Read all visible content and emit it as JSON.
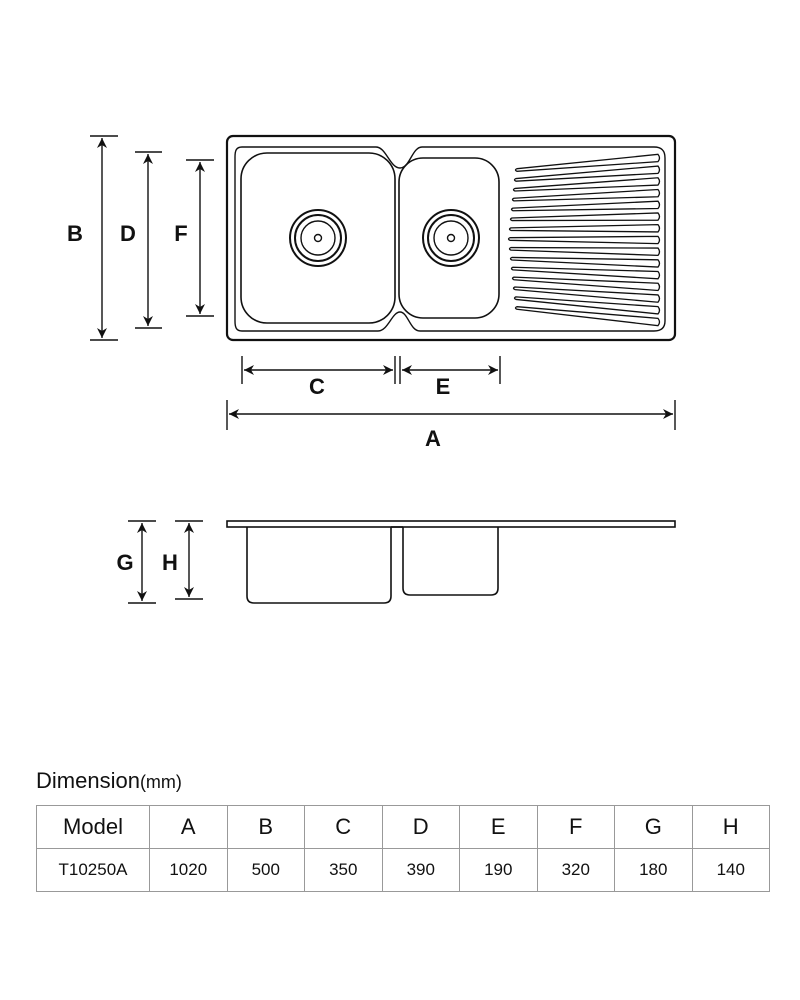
{
  "labels": {
    "A": "A",
    "B": "B",
    "C": "C",
    "D": "D",
    "E": "E",
    "F": "F",
    "G": "G",
    "H": "H"
  },
  "table": {
    "caption": "Dimension",
    "caption_unit": "(mm)",
    "headers": [
      "Model",
      "A",
      "B",
      "C",
      "D",
      "E",
      "F",
      "G",
      "H"
    ],
    "rows": [
      [
        "T10250A",
        "1020",
        "500",
        "350",
        "390",
        "190",
        "320",
        "180",
        "140"
      ]
    ]
  }
}
